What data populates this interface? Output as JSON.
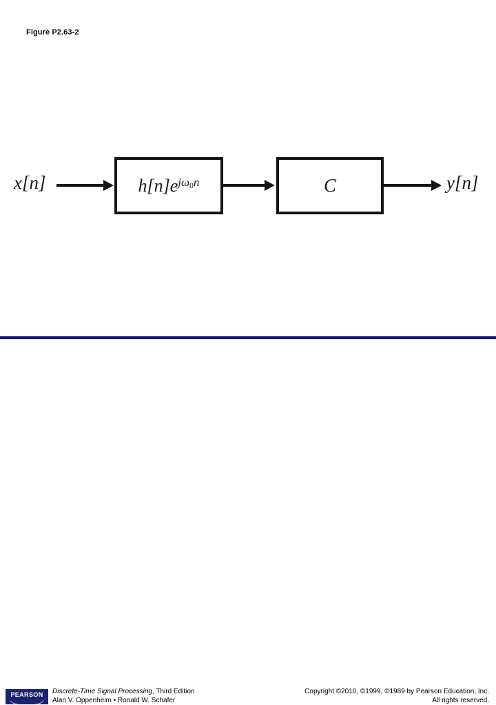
{
  "figure": {
    "title": "Figure P2.63-2"
  },
  "diagram": {
    "type": "block-diagram",
    "input_label": "x[n]",
    "output_label": "y[n]",
    "blocks": [
      {
        "name": "filter-block",
        "expression_main": "h[n]e",
        "expression_exponent": "jω",
        "expression_exponent_sub": "0",
        "expression_exponent_tail": "n",
        "expression_full": "h[n]e^{jω₀n}"
      },
      {
        "name": "gain-block",
        "expression_full": "C"
      }
    ],
    "arrows": [
      {
        "name": "input-arrow",
        "from": "x[n]",
        "to": "filter-block"
      },
      {
        "name": "middle-arrow",
        "from": "filter-block",
        "to": "gain-block"
      },
      {
        "name": "output-arrow",
        "from": "gain-block",
        "to": "y[n]"
      }
    ]
  },
  "footer": {
    "logo_text": "PEARSON",
    "book_title": "Discrete-Time Signal Processing",
    "book_edition": ", Third Edition",
    "authors": "Alan V. Oppenheim • Ronald W. Schafer",
    "copyright": "Copyright ©2010, ©1999, ©1989 by Pearson Education, Inc.",
    "rights": "All rights reserved."
  },
  "colors": {
    "rule_blue": "#131380",
    "logo_navy": "#1c2170",
    "ink": "#151515"
  }
}
